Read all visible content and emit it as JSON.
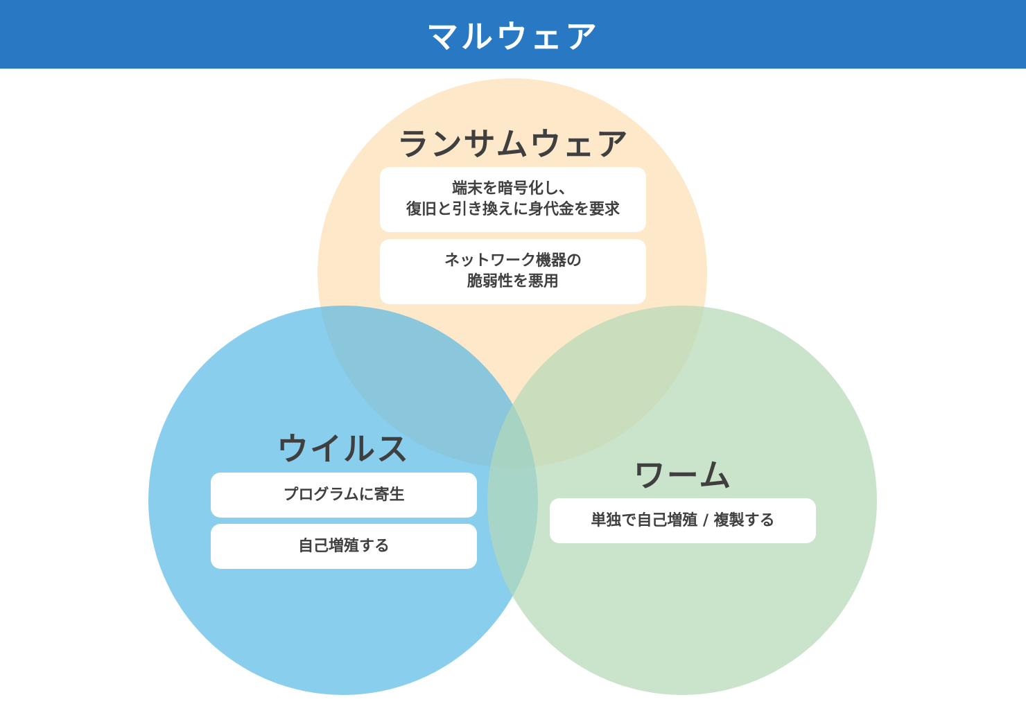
{
  "header": {
    "title": "マルウェア",
    "color": "#2878c3"
  },
  "colors": {
    "ransomware": "#fde8c9",
    "virus": "#59b9e6",
    "worm": "#b4d9b6",
    "text": "#3f3f3f"
  },
  "ransomware": {
    "title": "ランサムウェア",
    "items": [
      "端末を暗号化し、\n復旧と引き換えに身代金を要求",
      "ネットワーク機器の\n脆弱性を悪用"
    ]
  },
  "virus": {
    "title": "ウイルス",
    "items": [
      "プログラムに寄生",
      "自己増殖する"
    ]
  },
  "worm": {
    "title": "ワーム",
    "items": [
      "単独で自己増殖 / 複製する"
    ]
  }
}
